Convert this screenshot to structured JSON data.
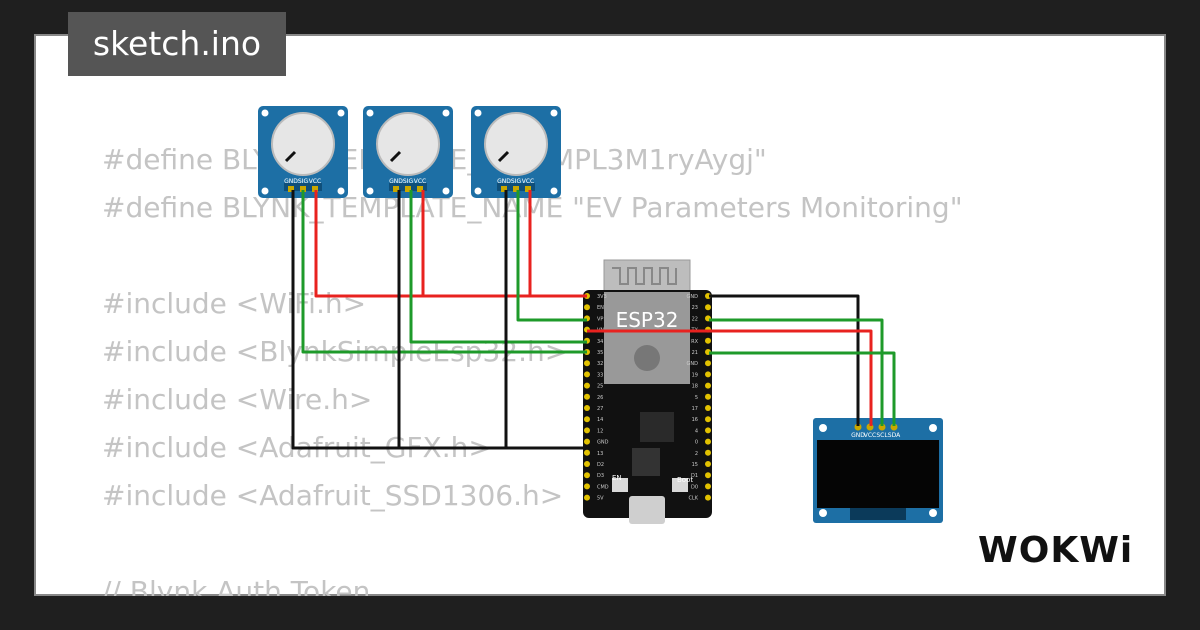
{
  "header": {
    "filename": "sketch.ino"
  },
  "code_lines": [
    "#define BLYNK_TEMPLATE_ID \"TMPL3M1ryAygj\"",
    "#define BLYNK_TEMPLATE_NAME \"EV Parameters Monitoring\"",
    "",
    "#include <WiFi.h>",
    "#include <BlynkSimpleEsp32.h>",
    "#include <Wire.h>",
    "#include <Adafruit_GFX.h>",
    "#include <Adafruit_SSD1306.h>",
    "",
    "// Blynk Auth Token"
  ],
  "components": {
    "potentiometers": [
      {
        "pins": [
          "GND",
          "SIG",
          "VCC"
        ]
      },
      {
        "pins": [
          "GND",
          "SIG",
          "VCC"
        ]
      },
      {
        "pins": [
          "GND",
          "SIG",
          "VCC"
        ]
      }
    ],
    "esp32": {
      "label": "ESP32",
      "left_pins": [
        "3V3",
        "EN",
        "VP",
        "VN",
        "34",
        "35",
        "32",
        "33",
        "25",
        "26",
        "27",
        "14",
        "12",
        "GND",
        "13",
        "D2",
        "D3",
        "CMD",
        "5V"
      ],
      "right_pins": [
        "GND",
        "23",
        "22",
        "TX",
        "RX",
        "21",
        "GND",
        "19",
        "18",
        "5",
        "17",
        "16",
        "4",
        "0",
        "2",
        "15",
        "D1",
        "D0",
        "CLK"
      ],
      "button_left": "EN",
      "button_right": "Boot"
    },
    "oled": {
      "pins": [
        "GND",
        "VCC",
        "SCL",
        "SDA"
      ]
    }
  },
  "wire_colors": {
    "gnd": "#111111",
    "vcc": "#e8221f",
    "signal": "#1e9a2a"
  },
  "brand": {
    "logo": "WOKWi"
  }
}
